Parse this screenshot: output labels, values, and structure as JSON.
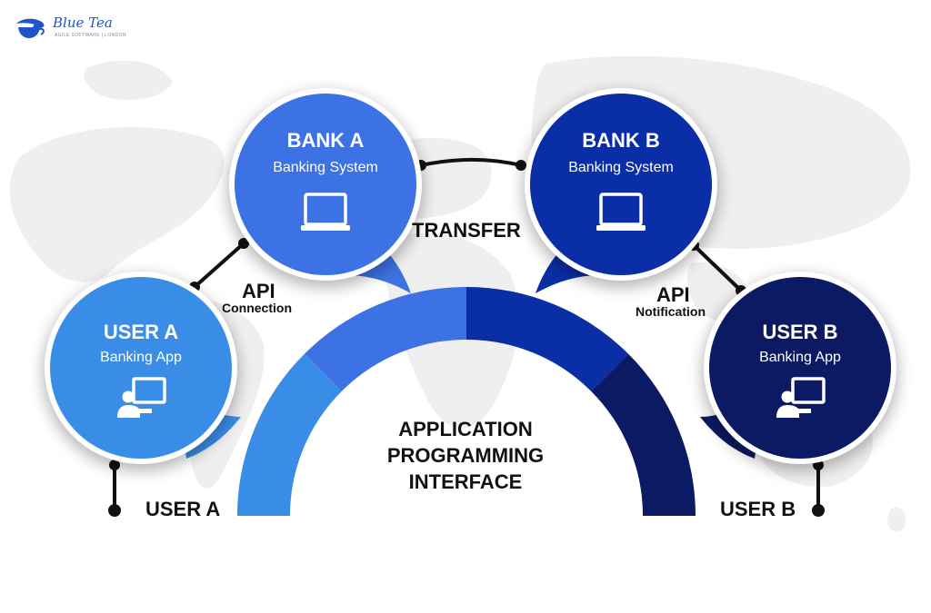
{
  "logo": {
    "name": "Blue Tea",
    "tagline": "AGILE SOFTWARE | LONDON"
  },
  "colors": {
    "user_a": "#3a8de6",
    "bank_a": "#3d72e4",
    "bank_b": "#0a2ea5",
    "user_b": "#0b1a63",
    "connector": "#111111"
  },
  "nodes": {
    "bank_a": {
      "title": "BANK A",
      "subtitle": "Banking System",
      "icon": "laptop-icon"
    },
    "bank_b": {
      "title": "BANK B",
      "subtitle": "Banking System",
      "icon": "laptop-icon"
    },
    "user_a": {
      "title": "USER A",
      "subtitle": "Banking App",
      "icon": "user-presentation-icon"
    },
    "user_b": {
      "title": "USER B",
      "subtitle": "Banking App",
      "icon": "user-presentation-icon"
    }
  },
  "labels": {
    "transfer": "TRANSFER",
    "api_left": "API",
    "api_left_sub": "Connection",
    "api_right": "API",
    "api_right_sub": "Notification",
    "arc_left": "USER A",
    "arc_right": "USER B"
  },
  "center": {
    "line1": "APPLICATION",
    "line2": "PROGRAMMING",
    "line3": "INTERFACE"
  }
}
